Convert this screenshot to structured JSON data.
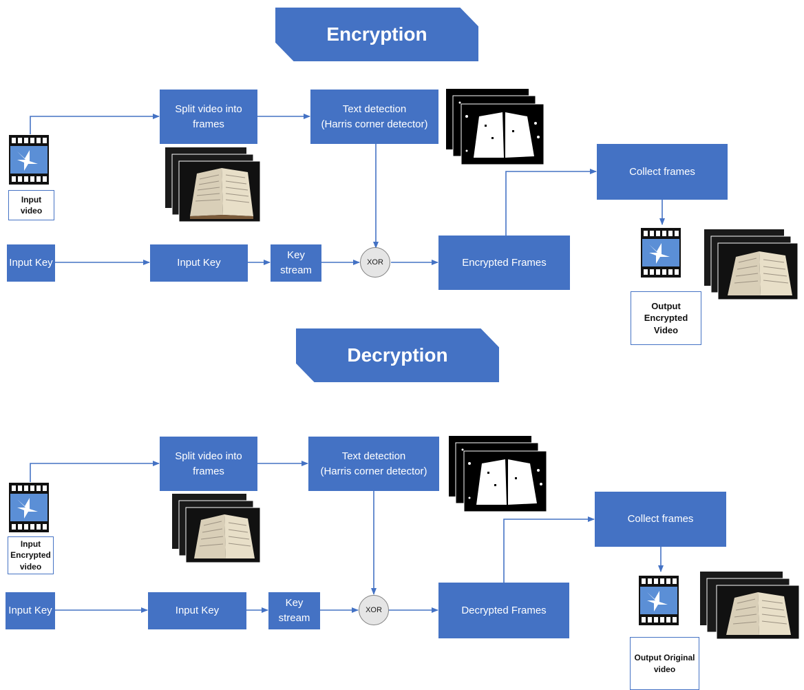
{
  "encryption": {
    "title": "Encryption",
    "input_video_label": "Input\nvideo",
    "split_label": "Split video into\nframes",
    "text_detection_label": "Text detection\n(Harris corner detector)",
    "input_key_1": "Input Key",
    "input_key_2": "Input Key",
    "key_stream_label": "Key\nstream",
    "xor_label": "XOR",
    "frames_label": "Encrypted Frames",
    "collect_label": "Collect frames",
    "output_label": "Output\nEncrypted\nVideo"
  },
  "decryption": {
    "title": "Decryption",
    "input_video_label": "Input\nEncrypted\nvideo",
    "split_label": "Split video into\nframes",
    "text_detection_label": "Text detection\n(Harris corner detector)",
    "input_key_1": "Input Key",
    "input_key_2": "Input Key",
    "key_stream_label": "Key\nstream",
    "xor_label": "XOR",
    "frames_label": "Decrypted Frames",
    "collect_label": "Collect frames",
    "output_label": "Output Original\nvideo"
  },
  "colors": {
    "box": "#4472c4",
    "arrow": "#4472c4",
    "xor_fill": "#e5e5e5",
    "text": "#ffffff"
  },
  "icons": {
    "video": "film-strip-icon",
    "frames": "book-frames-image",
    "binary_frames": "binary-frames-image"
  }
}
